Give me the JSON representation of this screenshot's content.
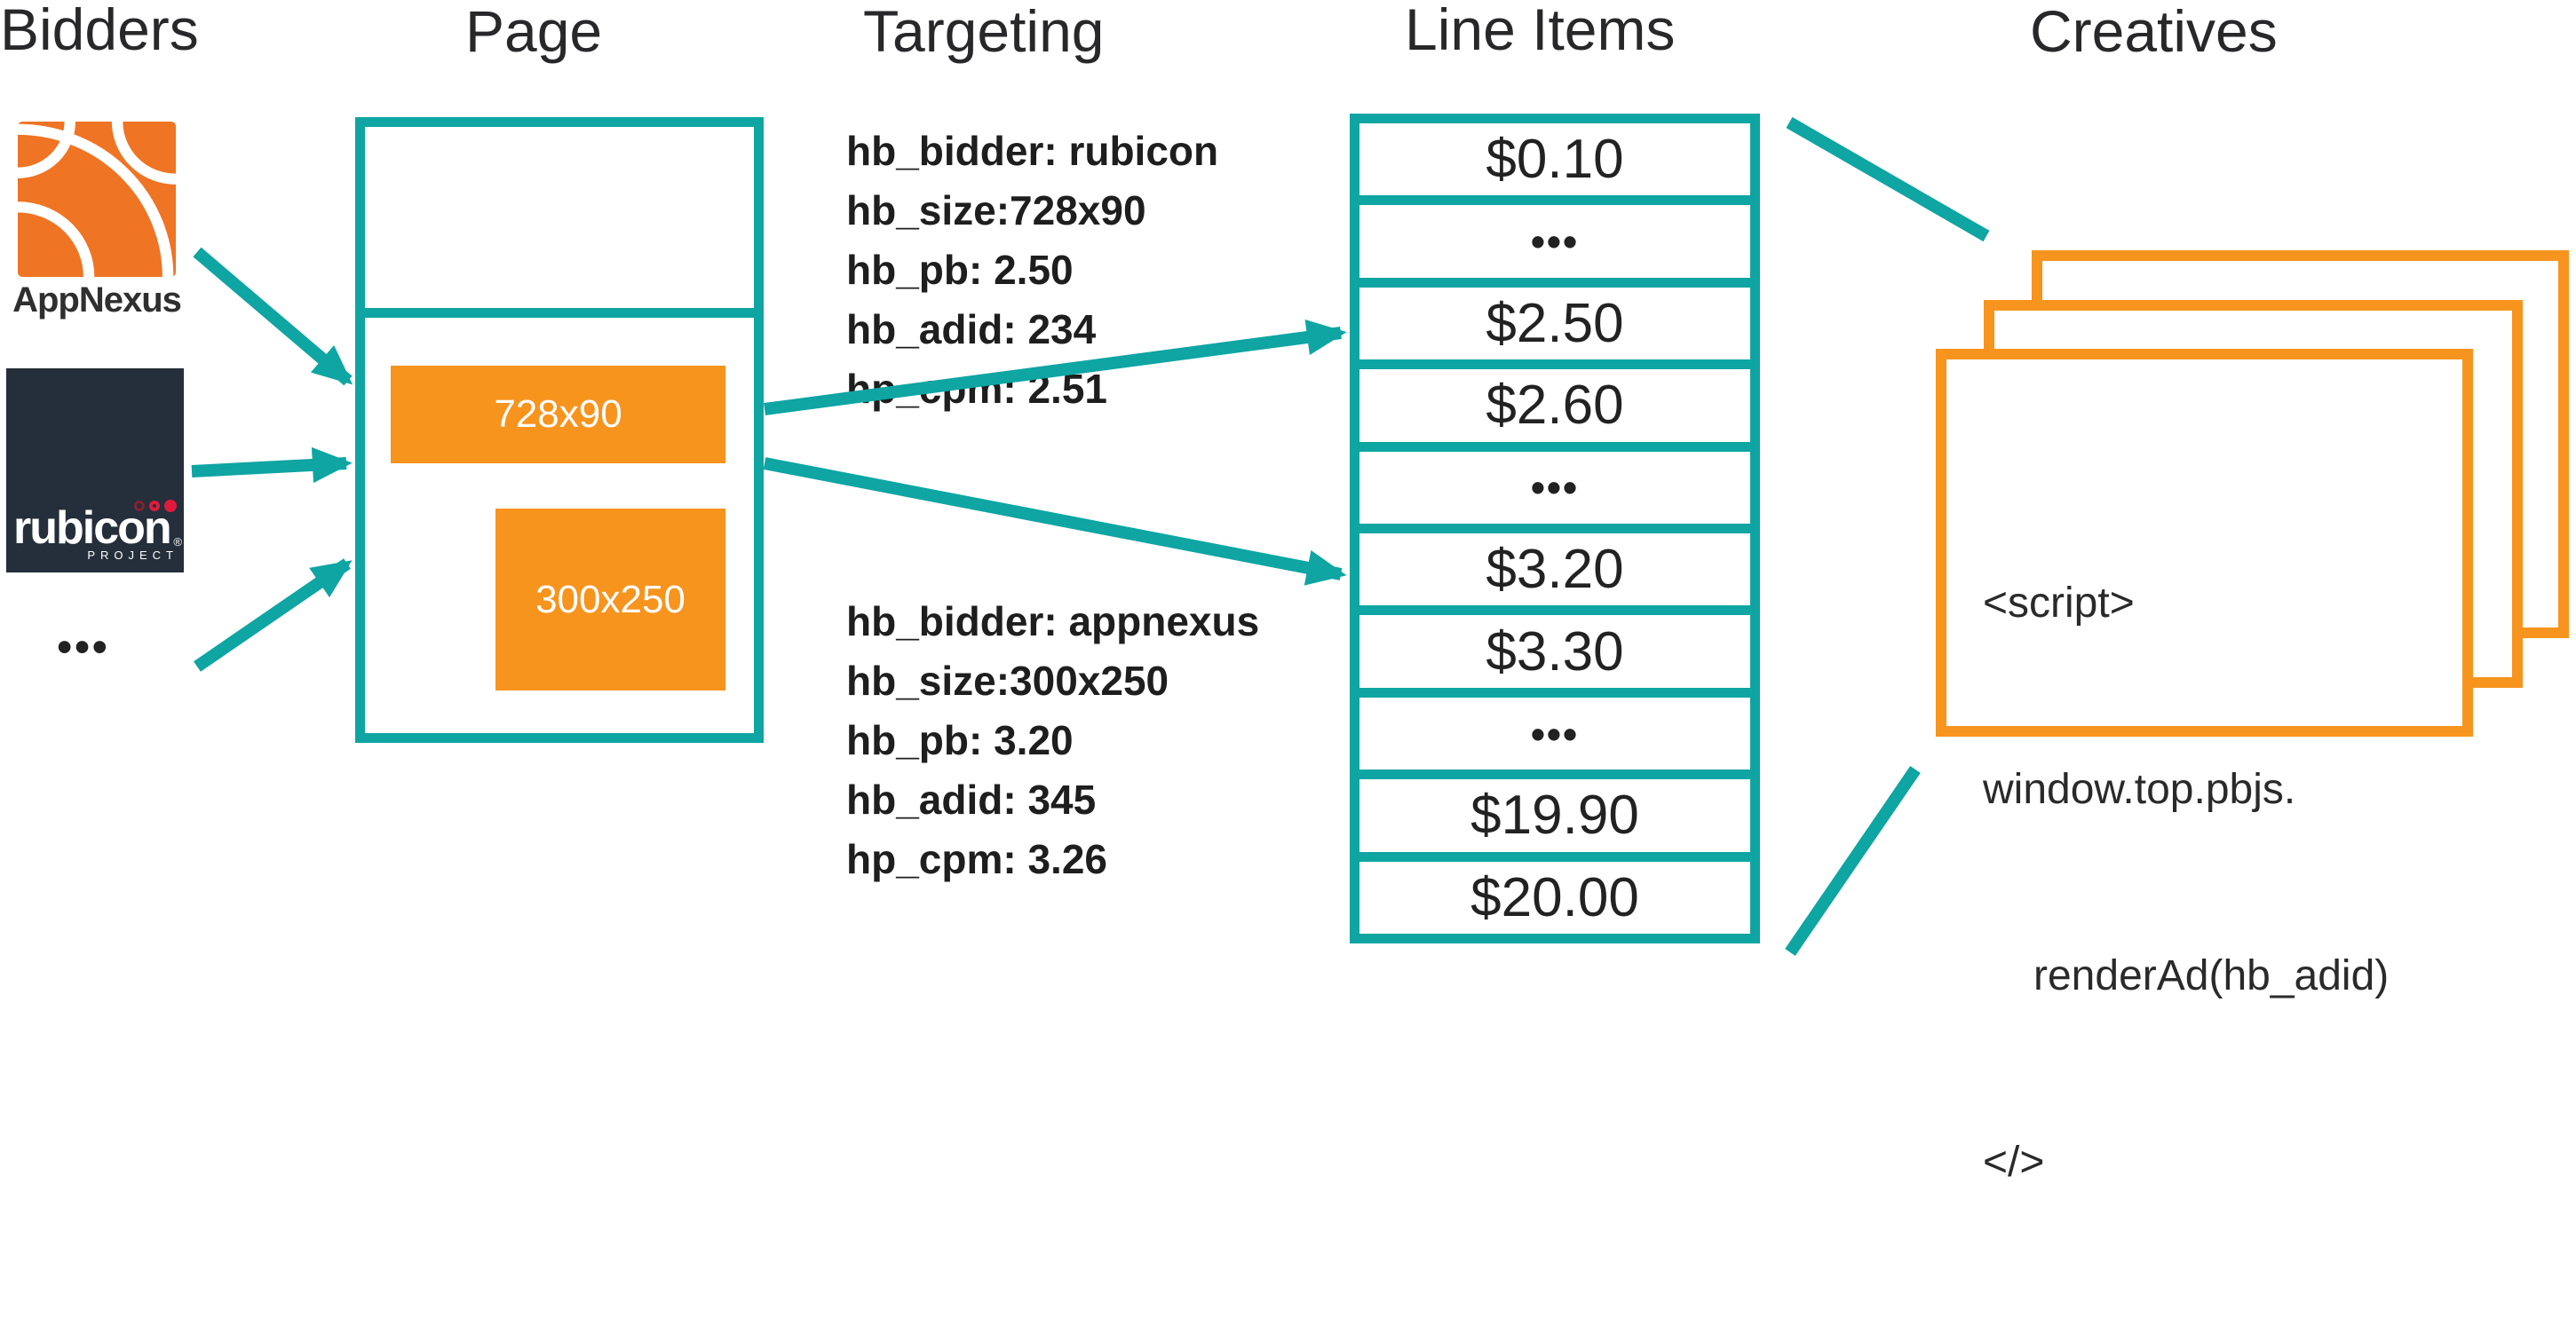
{
  "titles": {
    "bidders": "Bidders",
    "page": "Page",
    "targeting": "Targeting",
    "line_items": "Line Items",
    "creatives": "Creatives"
  },
  "bidders": {
    "appnexus_label": "AppNexus",
    "rubicon_word": "rubicon",
    "rubicon_reg": "®",
    "rubicon_project": "PROJECT",
    "more_bidders": "•••"
  },
  "page": {
    "slot_banner": "728x90",
    "slot_rect": "300x250"
  },
  "targeting": {
    "rubicon_block": [
      "hb_bidder: rubicon",
      "hb_size:728x90",
      "hb_pb: 2.50",
      "hb_adid: 234",
      "hp_cpm: 2.51"
    ],
    "appnexus_block": [
      "hb_bidder: appnexus",
      "hb_size:300x250",
      "hb_pb: 3.20",
      "hb_adid: 345",
      "hp_cpm: 3.26"
    ]
  },
  "line_items": {
    "rows": [
      "$0.10",
      "•••",
      "$2.50",
      "$2.60",
      "•••",
      "$3.20",
      "$3.30",
      "•••",
      "$19.90",
      "$20.00"
    ]
  },
  "creatives": {
    "code_lines": [
      "<script>",
      "window.top.pbjs.",
      "renderAd(hb_adid)",
      "</>"
    ]
  },
  "colors": {
    "teal": "#0ea5a3",
    "orange": "#f7941e",
    "appnexus_orange": "#ef7423",
    "rubicon_navy": "#252f3b",
    "rubicon_red": "#e01a3c",
    "ink": "#232323"
  }
}
